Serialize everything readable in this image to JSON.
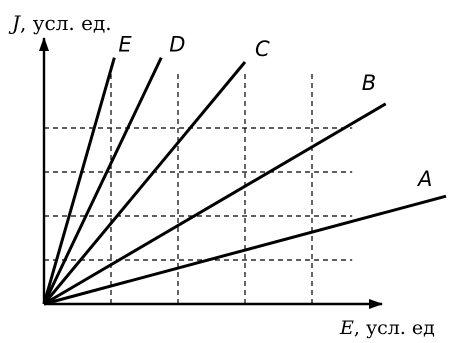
{
  "chart_data": {
    "type": "line",
    "title": "",
    "xlabel_var": "E",
    "xlabel_unit": ", усл. ед",
    "ylabel_var": "J",
    "ylabel_unit": ", усл. ед.",
    "xlim": [
      0,
      6
    ],
    "ylim": [
      0,
      5.8
    ],
    "grid": true,
    "grid_x": [
      1,
      2,
      3,
      4
    ],
    "grid_y": [
      1,
      2,
      3,
      4
    ],
    "series": [
      {
        "name": "A",
        "x": [
          0,
          6
        ],
        "y": [
          0,
          2.45
        ]
      },
      {
        "name": "B",
        "x": [
          0,
          5.1
        ],
        "y": [
          0,
          4.55
        ]
      },
      {
        "name": "C",
        "x": [
          0,
          3
        ],
        "y": [
          0,
          5.5
        ]
      },
      {
        "name": "D",
        "x": [
          0,
          1.75
        ],
        "y": [
          0,
          5.6
        ]
      },
      {
        "name": "E",
        "x": [
          0,
          1.05
        ],
        "y": [
          0,
          5.6
        ]
      }
    ],
    "colors": {
      "axis": "#000000",
      "line": "#000000",
      "grid": "#000000"
    }
  }
}
